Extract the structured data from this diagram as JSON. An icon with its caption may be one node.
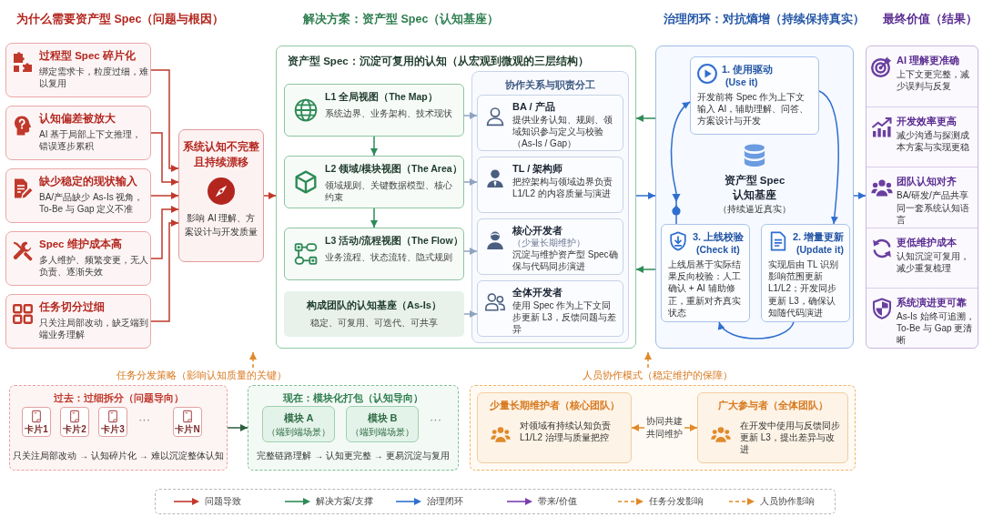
{
  "diagram": {
    "nodes": [
      {
        "text": [
          "过程型 Spec 碎片化",
          "绑定需求卡，粒度过细，难以复用"
        ]
      },
      {
        "text": [
          "认知偏差被放大",
          "AI 基于局部上下文推理，错误逐步累积"
        ]
      },
      {
        "text": [
          "缺少稳定的现状输入",
          "BA/产品缺少 As-Is 视角，To-Be 与 Gap 定义不准"
        ]
      },
      {
        "text": [
          "Spec 维护成本高",
          "多人维护、频繁变更，无人负责、逐渐失效"
        ]
      },
      {
        "text": [
          "任务切分过细",
          "只关注局部改动，缺乏端到端业务理解"
        ]
      },
      {
        "text": [
          "系统认知不完整且持续漂移",
          "影响 AI 理解、方案设计与开发质量"
        ]
      },
      {
        "text": [
          "资产型 Spec：沉淀可复用的认知（从宏观到微观的三层结构）"
        ]
      },
      {
        "text": [
          "L1 全局视图（The Map）",
          "系统边界、业务架构、技术现状"
        ],
        "in": 6
      },
      {
        "text": [
          "L2 领域/模块视图（The Area）",
          "领域规则、关键数据模型、核心约束"
        ],
        "in": 6
      },
      {
        "text": [
          "L3 活动/流程视图（The Flow）",
          "业务流程、状态流转、隐式规则"
        ],
        "in": 6
      },
      {
        "text": [
          "构成团队的认知基座（As-Is）",
          "稳定、可复用、可迭代、可共享"
        ],
        "in": 6
      },
      {
        "text": [
          "协作关系与职责分工"
        ],
        "in": 6
      },
      {
        "text": [
          "BA / 产品",
          "提供业务认知、规则、领域知识参与定义与校验（As-Is / Gap）"
        ],
        "in": 11
      },
      {
        "text": [
          "TL / 架构师",
          "把控架构与领域边界负责 L1/L2 的内容质量与演进"
        ],
        "in": 11
      },
      {
        "text": [
          "核心开发者",
          "（少量长期维护）",
          "沉淀与维护资产型 Spec确保与代码同步演进"
        ],
        "in": 11
      },
      {
        "text": [
          "全体开发者",
          "使用 Spec 作为上下文同步更新 L3，反馈问题与差异"
        ],
        "in": 11
      },
      {
        "text": [
          "资产型 Spec 认知基座",
          "（持续逼近真实）"
        ]
      },
      {
        "text": [
          "1. 使用驱动",
          "(Use it)",
          "开发前将 Spec 作为上下文输入 AI，辅助理解、问答、方案设计与开发"
        ],
        "in": 16
      },
      {
        "text": [
          "2. 增量更新",
          "(Update it)",
          "实现后由 TL 识别影响范围更新 L1/L2；开发同步更新 L3，确保认知随代码演进"
        ],
        "in": 16
      },
      {
        "text": [
          "3. 上线校验",
          "(Check it)",
          "上线后基于实际结果反向校验：人工确认 + AI 辅助修正，重新对齐真实状态"
        ],
        "in": 16
      },
      {
        "text": [],
        "shape": "box"
      },
      {
        "text": [
          "AI 理解更准确",
          "上下文更完整，减少误判与反复"
        ],
        "in": 20
      },
      {
        "text": [
          "开发效率更高",
          "减少沟通与探测成本方案与实现更稳"
        ],
        "in": 20
      },
      {
        "text": [
          "团队认知对齐",
          "BA/研发/产品共享同一套系统认知语言"
        ],
        "in": 20
      },
      {
        "text": [
          "更低维护成本",
          "认知沉淀可复用，减少重复梳理"
        ],
        "in": 20
      },
      {
        "text": [
          "系统演进更可靠",
          "As-Is 始终可追溯，To-Be 与 Gap 更清晰"
        ],
        "in": 20
      },
      {
        "text": [
          "任务分发策略（影响认知质量的关键）"
        ]
      },
      {
        "text": [
          "过去：过细拆分（问题导向）",
          "···",
          "只关注局部改动 → 认知碎片化 → 难以沉淀整体认知"
        ]
      },
      {
        "text": [
          "卡片1"
        ],
        "in": 27
      },
      {
        "text": [
          "卡片2"
        ],
        "in": 27
      },
      {
        "text": [
          "卡片3"
        ],
        "in": 27
      },
      {
        "text": [
          "卡片N"
        ],
        "in": 27
      },
      {
        "text": [
          "现在：模块化打包（认知导向）",
          "···",
          "完整链路理解 → 认知更完整 → 更易沉淀与复用"
        ]
      },
      {
        "text": [
          "模块 A",
          "（端到端场景）"
        ],
        "in": 32
      },
      {
        "text": [
          "模块 B",
          "（端到端场景）"
        ],
        "in": 32
      },
      {
        "text": [
          "人员协作模式（稳定维护的保障）"
        ]
      },
      {
        "text": [],
        "shape": "box"
      },
      {
        "text": [
          "少量长期维护者（核心团队）",
          "对领域有持续认知负责 L1/L2 治理与质量把控"
        ],
        "in": 36
      },
      {
        "text": [
          "广大参与者（全体团队）",
          "在开发中使用与反馈同步更新 L3，提出差异与改进"
        ],
        "in": 36
      }
    ],
    "edges": [
      {
        "from": 0,
        "to": 5,
        "arrow": "to"
      },
      {
        "from": 1,
        "to": 5,
        "arrow": "to"
      },
      {
        "from": 2,
        "to": 5,
        "arrow": "to"
      },
      {
        "from": 3,
        "to": 5,
        "arrow": "to"
      },
      {
        "from": 4,
        "to": 5,
        "arrow": "to"
      },
      {
        "from": 5,
        "to": 6,
        "arrow": "to"
      },
      {
        "from": 7,
        "to": 8,
        "arrow": "to",
        "color": "#2e8b57"
      },
      {
        "from": 8,
        "to": 9,
        "arrow": "to",
        "color": "#2e8b57"
      },
      {
        "from": 7,
        "to": 12,
        "arrow": "to",
        "color": "#8fa3c0"
      },
      {
        "from": 8,
        "to": 13,
        "arrow": "to",
        "color": "#8fa3c0"
      },
      {
        "from": 9,
        "to": 14,
        "arrow": "to",
        "color": "#8fa3c0"
      },
      {
        "from": 10,
        "to": 15,
        "arrow": "to",
        "color": "#8fa3c0"
      },
      {
        "from": 6,
        "to": 16,
        "arrow": "to",
        "color": "#2f6fcf"
      },
      {
        "from": 16,
        "to": 6,
        "arrow": "to",
        "color": "#2e8b57"
      },
      {
        "from": 16,
        "to": 6,
        "arrow": "to",
        "color": "#2e8b57"
      },
      {
        "from": 16,
        "to": 20,
        "arrow": "to",
        "color": "#2f6fcf"
      },
      {
        "from": 17,
        "to": 18,
        "arrow": "to",
        "color": "#2f6fcf"
      },
      {
        "from": 18,
        "to": 19,
        "arrow": "to",
        "color": "#2f6fcf"
      },
      {
        "from": 19,
        "to": 17,
        "arrow": "both",
        "color": "#2f6fcf"
      },
      {
        "from": 26,
        "to": null,
        "arrow": "to",
        "style": "dashed",
        "color": "#e08a2a"
      },
      {
        "from": 35,
        "to": null,
        "arrow": "to",
        "style": "dashed",
        "color": "#e08a2a"
      },
      {
        "from": 27,
        "to": 32,
        "arrow": "to",
        "color": "#2d5e3e"
      },
      {
        "from": 37,
        "to": 38,
        "arrow": "both",
        "label": "协同共建共同维护",
        "color": "#e08a2a"
      }
    ],
    "labels": [
      "为什么需要资产型 Spec（问题与根因）",
      "解决方案：资产型 Spec（认知基座）",
      "治理闭环：对抗熵增（持续保持真实）",
      "最终价值（结果）"
    ],
    "legend": [
      {
        "text": "问题导致"
      },
      {
        "text": "解决方案/支撑"
      },
      {
        "text": "治理闭环"
      },
      {
        "text": "带来/价值"
      },
      {
        "text": "任务分发影响"
      },
      {
        "text": "人员协作影响"
      }
    ]
  }
}
